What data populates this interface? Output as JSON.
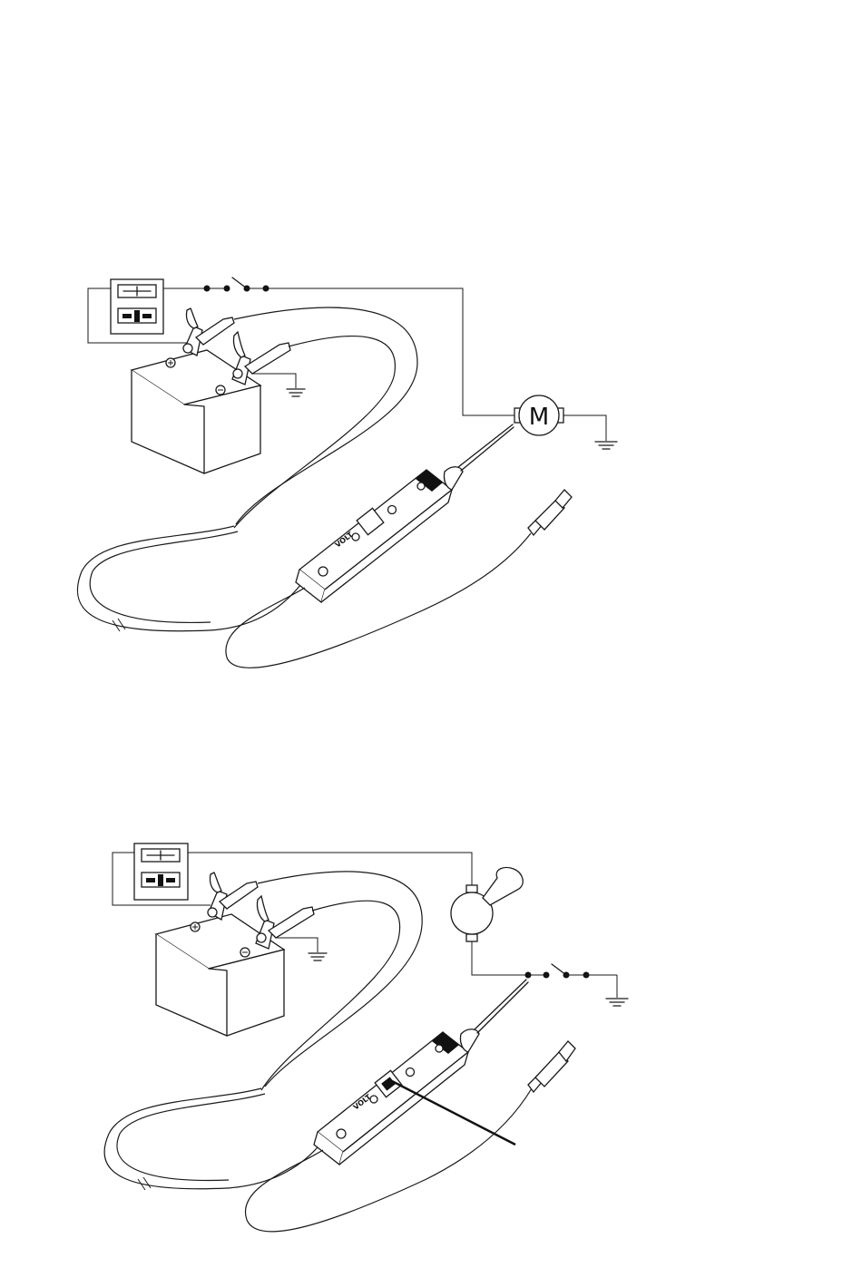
{
  "diagrams": [
    {
      "id": "motor-test",
      "load_symbol": "M",
      "probe_labels": [
        "VOLT",
        "+",
        "-"
      ]
    },
    {
      "id": "horn-test",
      "probe_labels": [
        "VOLT",
        "+",
        "-"
      ]
    }
  ],
  "colors": {
    "line": "#1a1a1a",
    "fill": "#ffffff"
  }
}
